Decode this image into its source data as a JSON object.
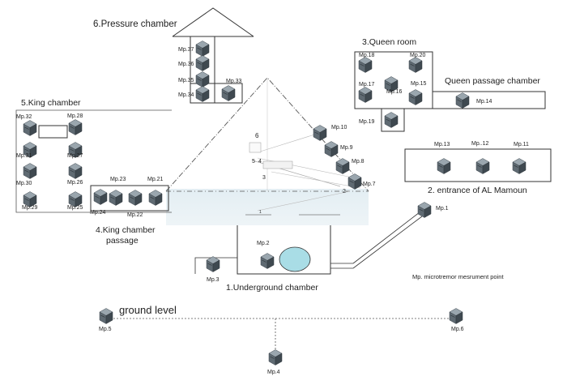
{
  "sections": {
    "pressure": "6.Pressure chamber",
    "queen": "3.Queen room",
    "queen_passage": "Queen passage chamber",
    "king": "5.King chamber",
    "king_passage_1": "4.King chamber",
    "king_passage_2": "passage",
    "entrance": "2. entrance of AL Mamoun",
    "underground": "1.Underground chamber",
    "ground": "ground level",
    "legend": "Mp. microtremor mesrument point"
  },
  "pyramid_numbers": [
    "6",
    "5",
    "4",
    "3",
    "2",
    "1"
  ],
  "points": [
    {
      "id": "mp37",
      "label": "Mp.37"
    },
    {
      "id": "mp36",
      "label": "Mp.36"
    },
    {
      "id": "mp35",
      "label": "Mp.35"
    },
    {
      "id": "mp34",
      "label": "Mp.34"
    },
    {
      "id": "mp33",
      "label": "Mp.33"
    },
    {
      "id": "mp18",
      "label": "Mp.18"
    },
    {
      "id": "mp20",
      "label": "Mp.20"
    },
    {
      "id": "mp17",
      "label": "Mp.17"
    },
    {
      "id": "mp16",
      "label": "Mp.16"
    },
    {
      "id": "mp15",
      "label": "Mp.15"
    },
    {
      "id": "mp19",
      "label": "Mp.19"
    },
    {
      "id": "mp14",
      "label": "Mp.14"
    },
    {
      "id": "mp32",
      "label": "Mp.32"
    },
    {
      "id": "mp28",
      "label": "Mp.28"
    },
    {
      "id": "mp31",
      "label": "Mp.31"
    },
    {
      "id": "mp27",
      "label": "Mp.27"
    },
    {
      "id": "mp30",
      "label": "Mp.30"
    },
    {
      "id": "mp26",
      "label": "Mp.26"
    },
    {
      "id": "mp29",
      "label": "Mp.29"
    },
    {
      "id": "mp25",
      "label": "Mp.25"
    },
    {
      "id": "mp23",
      "label": "Mp.23"
    },
    {
      "id": "mp21",
      "label": "Mp.21"
    },
    {
      "id": "mp24",
      "label": "Mp.24"
    },
    {
      "id": "mp22",
      "label": "Mp.22"
    },
    {
      "id": "mp10",
      "label": "Mp.10"
    },
    {
      "id": "mp9",
      "label": "Mp.9"
    },
    {
      "id": "mp8",
      "label": "Mp.8"
    },
    {
      "id": "mp7",
      "label": "Mp.7"
    },
    {
      "id": "mp13",
      "label": "Mp.13"
    },
    {
      "id": "mp12",
      "label": "Mp..12"
    },
    {
      "id": "mp11",
      "label": "Mp.11"
    },
    {
      "id": "mp1",
      "label": "Mp.1"
    },
    {
      "id": "mp2",
      "label": "Mp.2"
    },
    {
      "id": "mp3",
      "label": "Mp.3"
    },
    {
      "id": "mp5",
      "label": "Mp.5"
    },
    {
      "id": "mp6",
      "label": "Mp.6"
    },
    {
      "id": "mp4",
      "label": "Mp.4"
    }
  ]
}
